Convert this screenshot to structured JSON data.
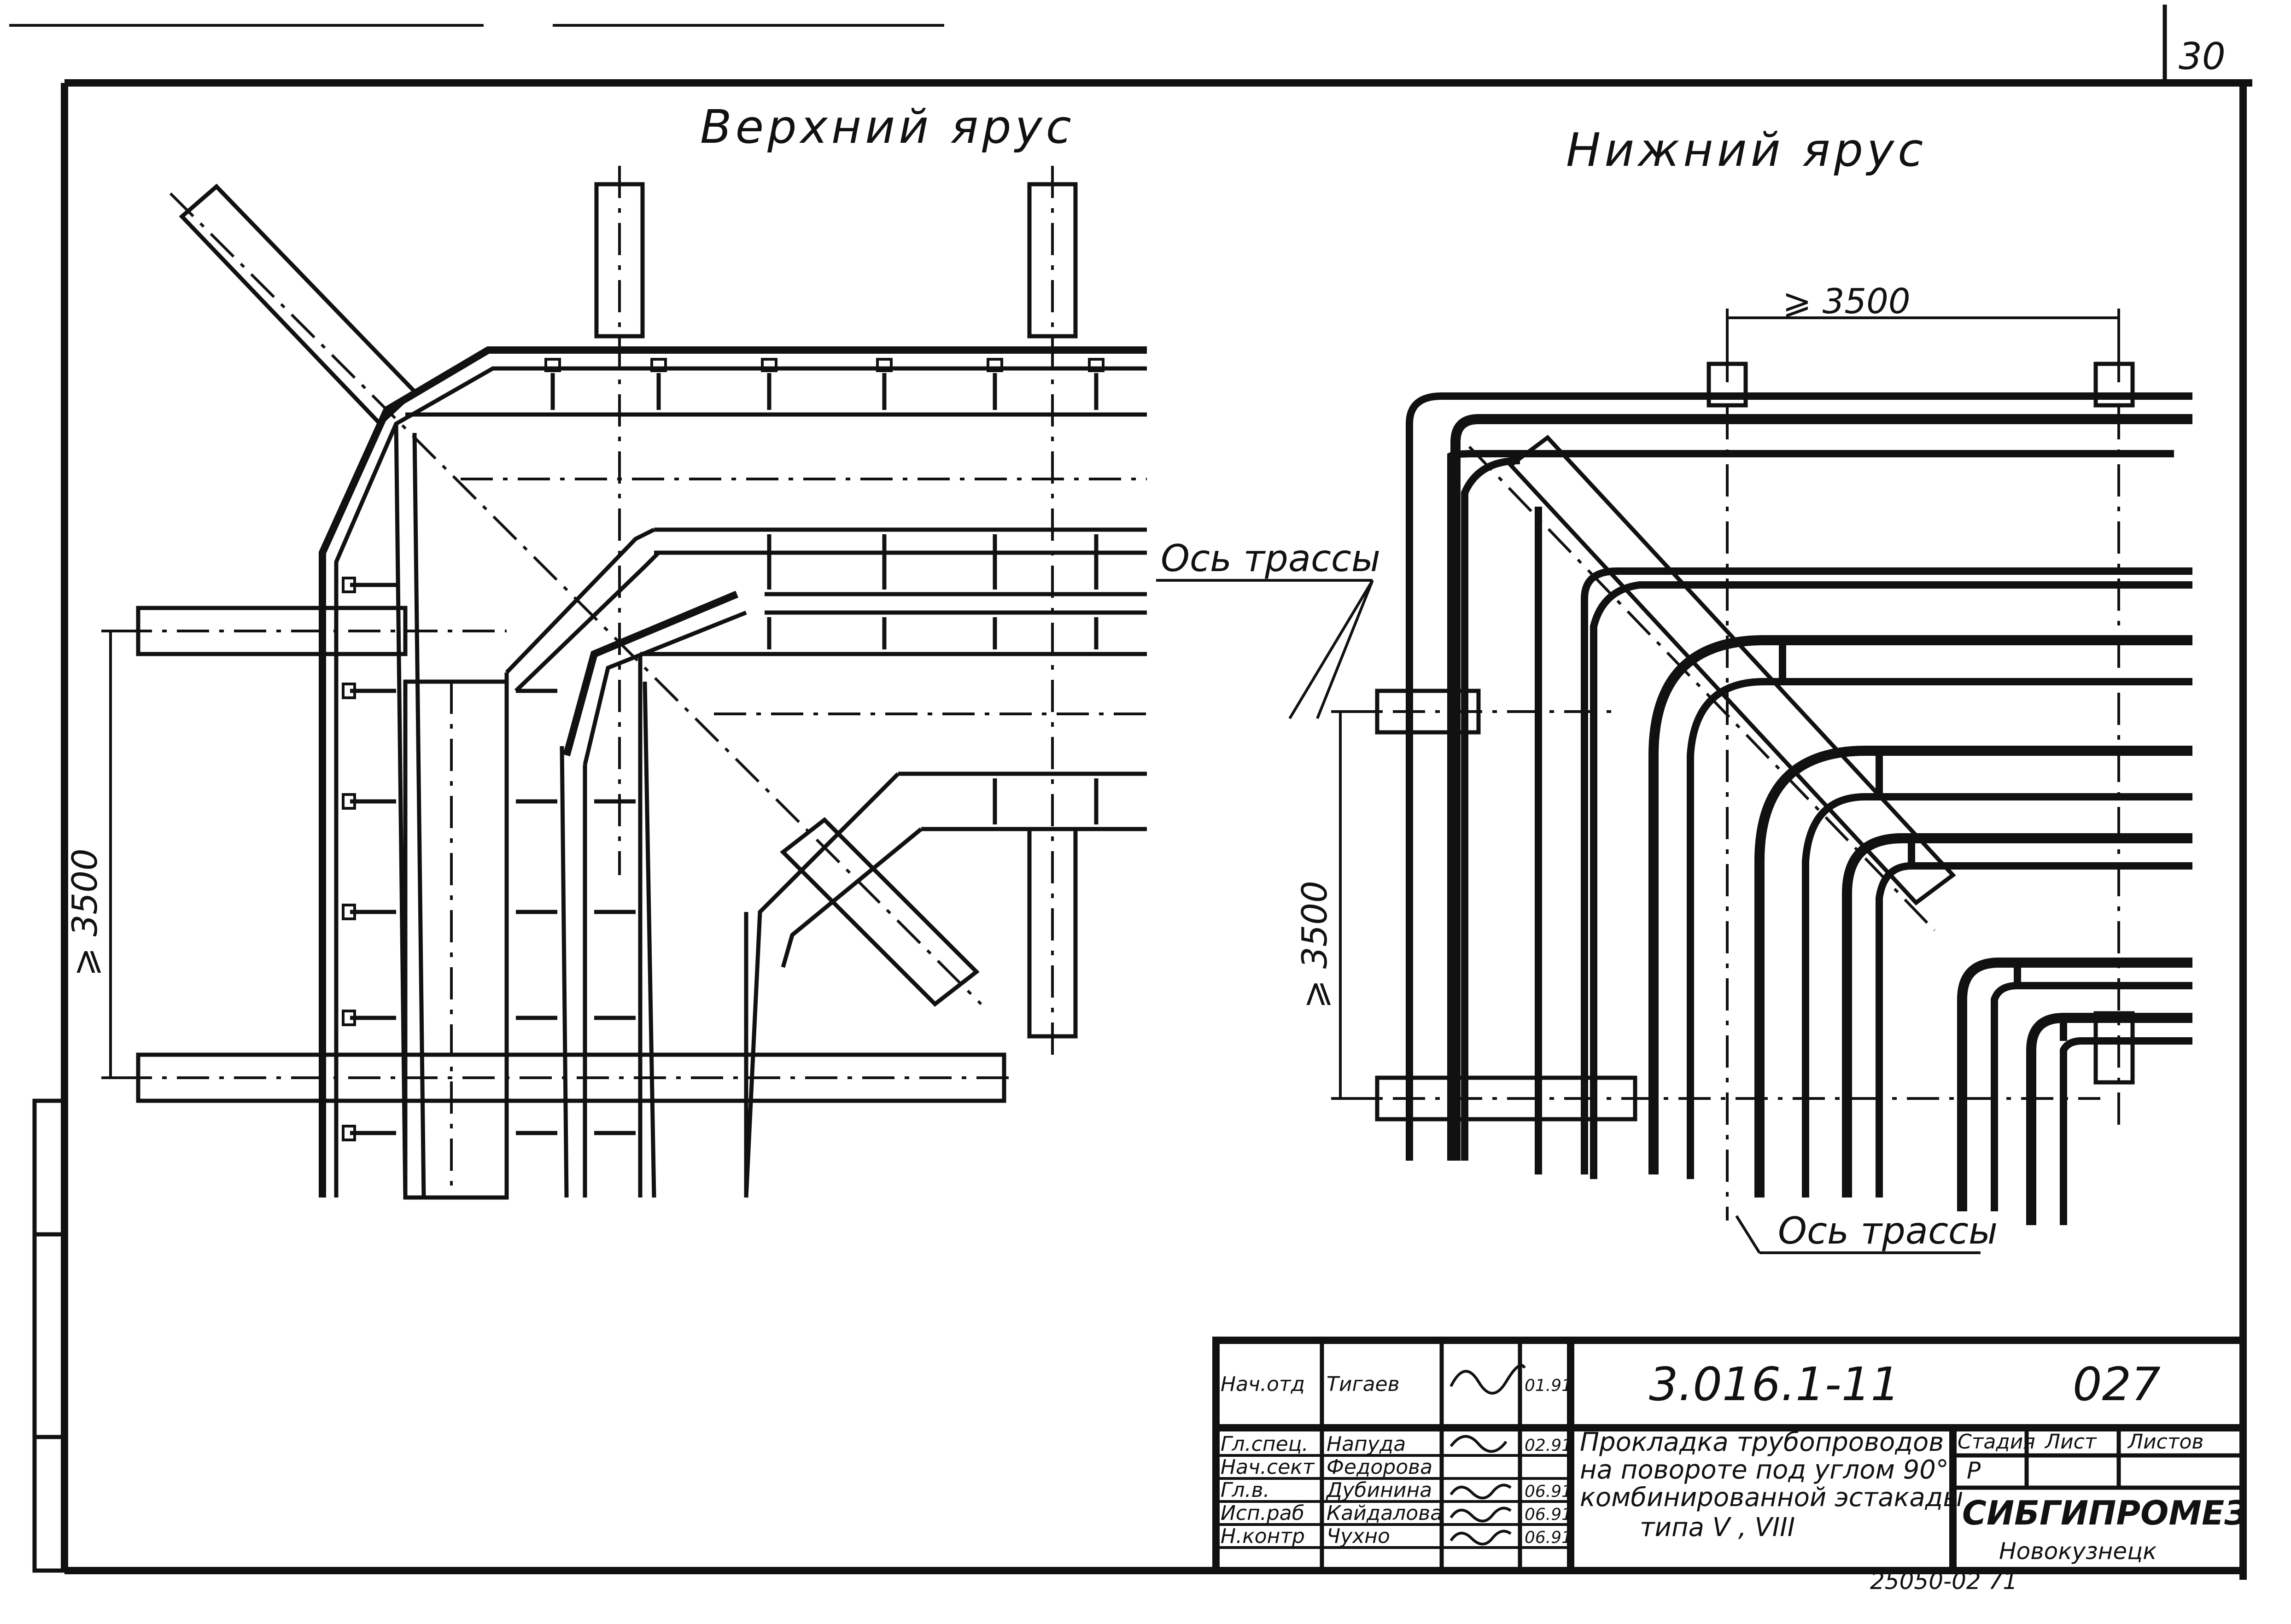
{
  "sheet_number": "30",
  "left_view_title": "Верхний ярус",
  "right_view_title": "Нижний ярус",
  "dim_min_spacing": "⩾ 3500",
  "axis_label": "Ось трассы",
  "title_block": {
    "doc_code": "3.016.1-11",
    "drawing_no": "027",
    "description_lines": [
      "Прокладка трубопроводов",
      "на повороте под углом 90°",
      "комбинированной эстакады",
      "типа V , VIII"
    ],
    "stage_header": "Стадия",
    "sheet_header": "Лист",
    "sheets_header": "Листов",
    "stage_value": "Р",
    "organization": "СИБГИПРОМЕЗ",
    "city": "Новокузнецк",
    "inventory_no": "25050-02 71",
    "roles": [
      {
        "role": "Нач.отд",
        "name": "Тигаев",
        "date": "01.91"
      },
      {
        "role": "Гл.спец.",
        "name": "Напуда",
        "date": "02.91"
      },
      {
        "role": "Нач.сект",
        "name": "Федорова",
        "date": ""
      },
      {
        "role": "Гл.в.",
        "name": "Дубинина",
        "date": "06.91"
      },
      {
        "role": "Исп.раб",
        "name": "Кайдалова",
        "date": "06.91"
      },
      {
        "role": "Н.контр",
        "name": "Чухно",
        "date": "06.91"
      }
    ]
  }
}
